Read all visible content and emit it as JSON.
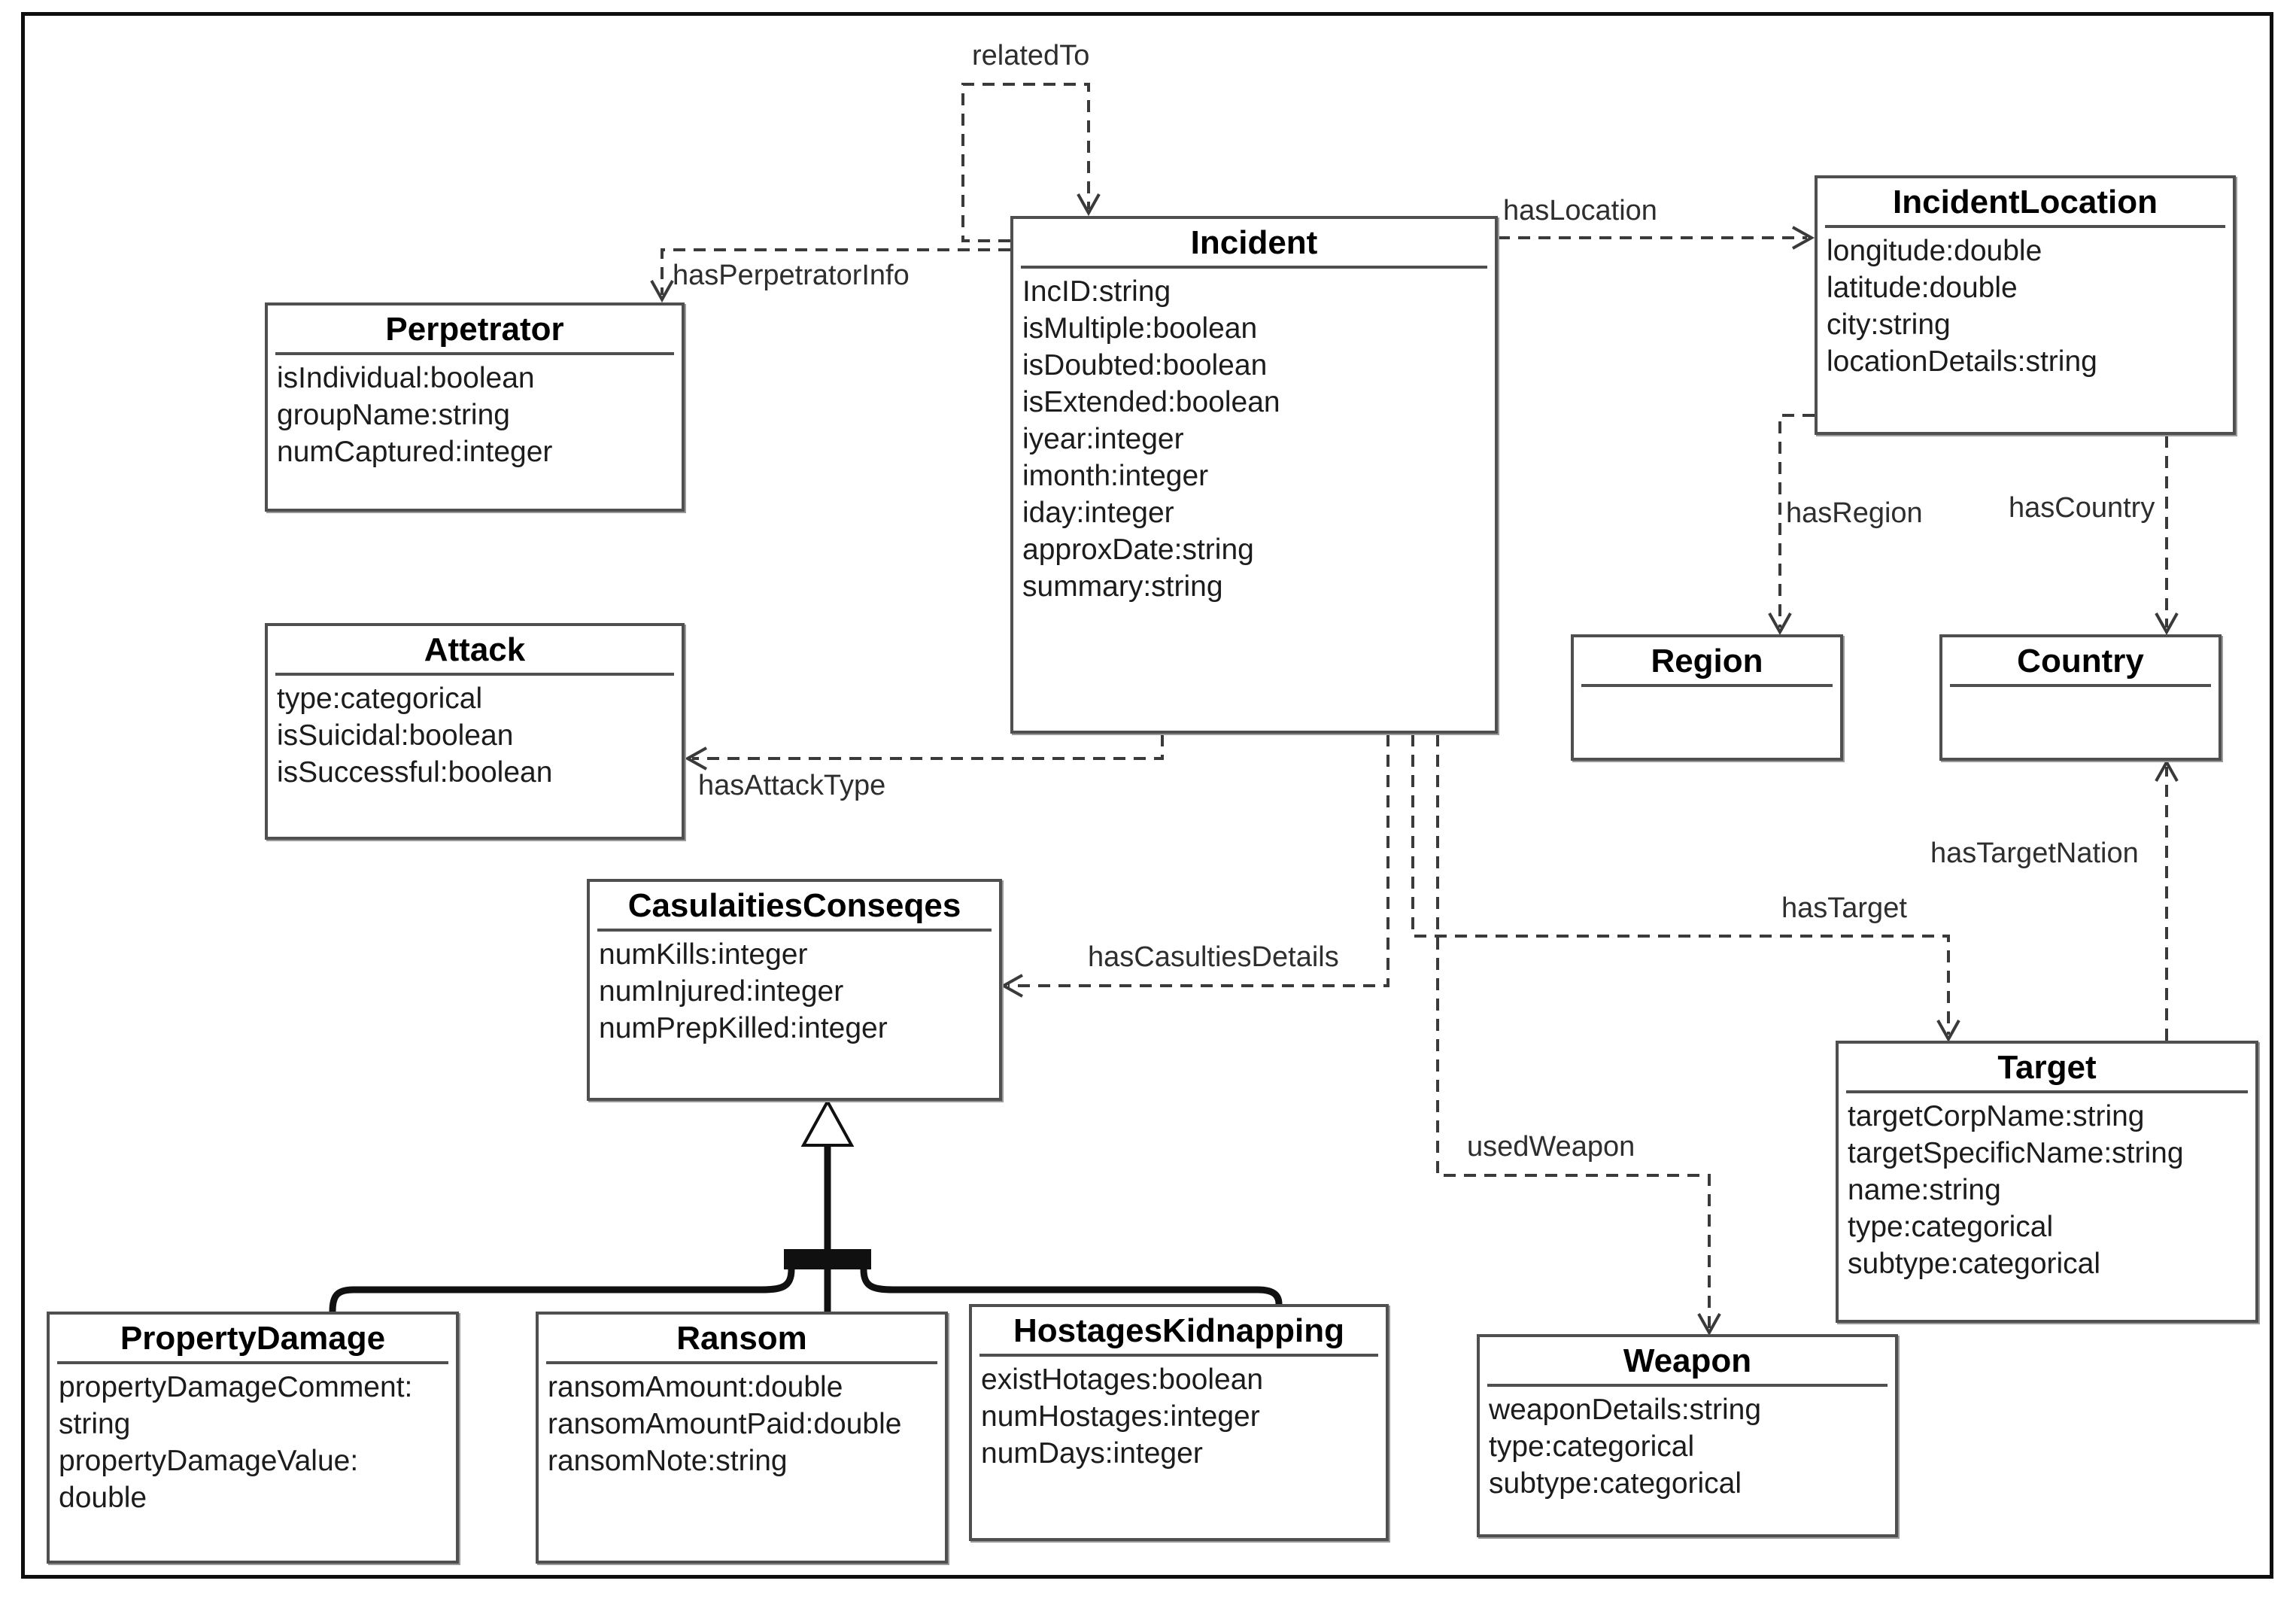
{
  "diagram_type": "uml-class-diagram",
  "colors": {
    "background": "#ffffff",
    "frame": "#0e0e0e",
    "box_border": "#4f4f4f",
    "dashed_line": "#3a3a3a",
    "text": "#1c1c1c"
  },
  "classes": [
    {
      "name": "Incident",
      "attributes": [
        "IncID:string",
        "isMultiple:boolean",
        "isDoubted:boolean",
        "isExtended:boolean",
        "iyear:integer",
        "imonth:integer",
        "iday:integer",
        "approxDate:string",
        "summary:string"
      ]
    },
    {
      "name": "IncidentLocation",
      "attributes": [
        "longitude:double",
        "latitude:double",
        "city:string",
        "locationDetails:string"
      ]
    },
    {
      "name": "Perpetrator",
      "attributes": [
        "isIndividual:boolean",
        "groupName:string",
        "numCaptured:integer"
      ]
    },
    {
      "name": "Attack",
      "attributes": [
        "type:categorical",
        "isSuicidal:boolean",
        "isSuccessful:boolean"
      ]
    },
    {
      "name": "CasulaitiesConseqes",
      "attributes": [
        "numKills:integer",
        "numInjured:integer",
        "numPrepKilled:integer"
      ]
    },
    {
      "name": "Region",
      "attributes": []
    },
    {
      "name": "Country",
      "attributes": []
    },
    {
      "name": "Target",
      "attributes": [
        "targetCorpName:string",
        "targetSpecificName:string",
        "name:string",
        "type:categorical",
        "subtype:categorical"
      ]
    },
    {
      "name": "Weapon",
      "attributes": [
        "weaponDetails:string",
        "type:categorical",
        "subtype:categorical"
      ]
    },
    {
      "name": "PropertyDamage",
      "attributes": [
        "propertyDamageComment:",
        "string",
        "propertyDamageValue:",
        "double"
      ]
    },
    {
      "name": "Ransom",
      "attributes": [
        "ransomAmount:double",
        "ransomAmountPaid:double",
        "ransomNote:string"
      ]
    },
    {
      "name": "HostagesKidnapping",
      "attributes": [
        "existHotages:boolean",
        "numHostages:integer",
        "numDays:integer"
      ]
    }
  ],
  "relationships": [
    {
      "label": "relatedTo",
      "from": "Incident",
      "to": "Incident"
    },
    {
      "label": "hasPerpetratorInfo",
      "from": "Incident",
      "to": "Perpetrator"
    },
    {
      "label": "hasLocation",
      "from": "Incident",
      "to": "IncidentLocation"
    },
    {
      "label": "hasRegion",
      "from": "IncidentLocation",
      "to": "Region"
    },
    {
      "label": "hasCountry",
      "from": "IncidentLocation",
      "to": "Country"
    },
    {
      "label": "hasAttackType",
      "from": "Incident",
      "to": "Attack"
    },
    {
      "label": "hasCasultiesDetails",
      "from": "Incident",
      "to": "CasulaitiesConseqes"
    },
    {
      "label": "hasTarget",
      "from": "Incident",
      "to": "Target"
    },
    {
      "label": "usedWeapon",
      "from": "Incident",
      "to": "Weapon"
    },
    {
      "label": "hasTargetNation",
      "from": "Target",
      "to": "Country"
    }
  ],
  "inheritance": {
    "parent": "CasulaitiesConseqes",
    "children": [
      "PropertyDamage",
      "Ransom",
      "HostagesKidnapping"
    ]
  }
}
